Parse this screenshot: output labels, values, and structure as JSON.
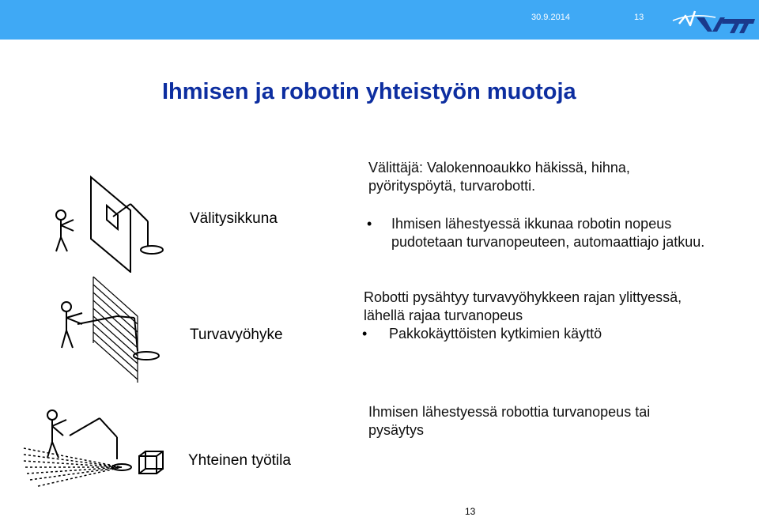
{
  "header": {
    "date": "30.9.2014",
    "page": "13",
    "logo_text": "VTT"
  },
  "title": "Ihmisen ja robotin yhteistyön muotoja",
  "rows": [
    {
      "label": "Välitysikkuna",
      "intro_line1": "Välittäjä: Valokennoaukko häkissä, hihna,",
      "intro_line2": "pyörityspöytä, turvarobotti.",
      "bullet_line1": "Ihmisen lähestyessä ikkunaa robotin nopeus",
      "bullet_line2": "pudotetaan turvanopeuteen, automaattiajo jatkuu."
    },
    {
      "label": "Turvavyöhyke",
      "line1": "Robotti pysähtyy turvavyöhykkeen rajan ylittyessä,",
      "line2": "lähellä rajaa turvanopeus",
      "bullet_line": "Pakkokäyttöisten kytkimien käyttö"
    },
    {
      "label": "Yhteinen työtila",
      "line1": "Ihmisen lähestyessä robottia turvanopeus tai",
      "line2": "pysäytys"
    }
  ],
  "footer": {
    "page": "13"
  },
  "colors": {
    "header_bg": "#3fa9f5",
    "title": "#0d2ea0"
  }
}
